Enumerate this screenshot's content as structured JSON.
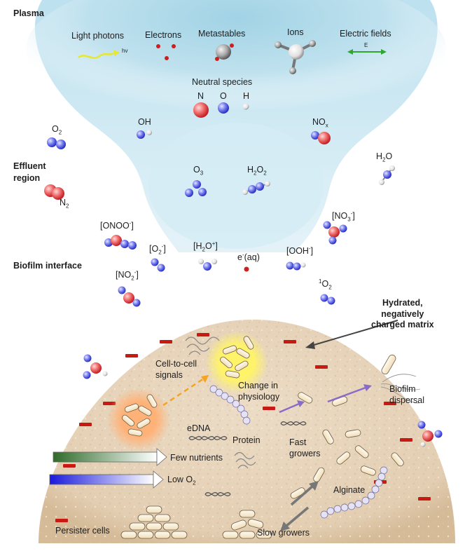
{
  "section_labels": {
    "plasma": "Plasma",
    "effluent": "Effluent\nregion",
    "biofilm_interface": "Biofilm interface"
  },
  "plasma_items": {
    "light_photons": "Light photons",
    "hv": "hv",
    "electrons": "Electrons",
    "metastables": "Metastables",
    "ions": "Ions",
    "electric_fields": "Electric fields",
    "e_symbol": "E",
    "neutral_species": "Neutral species",
    "n": "N",
    "o": "O",
    "h": "H"
  },
  "species": {
    "o2": {
      "base": "O",
      "sub": "2"
    },
    "oh": {
      "base": "OH"
    },
    "nox": {
      "base": "NO",
      "sub": "x"
    },
    "h2o": {
      "base": "H",
      "sub": "2",
      "tail": "O"
    },
    "o3": {
      "base": "O",
      "sub": "3"
    },
    "h2o2": {
      "base": "H",
      "sub": "2",
      "mid": "O",
      "sub2": "2"
    },
    "n2": {
      "base": "N",
      "sub": "2"
    },
    "onoo": {
      "base": "[ONOO",
      "sup": "-",
      "tail": "]"
    },
    "no3": {
      "base": "[NO",
      "sub": "3",
      "sup": "-",
      "tail": "]"
    },
    "o2minus": {
      "base": "[O",
      "sub": "2",
      "sup": "-",
      "tail": "]"
    },
    "h2oplus": {
      "base": "[H",
      "sub": "2",
      "mid": "O",
      "sup": "+",
      "tail": "]"
    },
    "eaq": {
      "base": "e",
      "sup": "-",
      "tail": "(aq)"
    },
    "ooh": {
      "base": "[OOH",
      "sup": "-",
      "tail": "]"
    },
    "no2": {
      "base": "[NO",
      "sub": "2",
      "sup": "-",
      "tail": "]"
    },
    "singlet_o2": {
      "pre": "1",
      "base": "O",
      "sub": "2"
    }
  },
  "biofilm": {
    "hydrated_matrix": "Hydrated,\nnegatively\ncharged matrix",
    "cell_signals": "Cell-to-cell\nsignals",
    "change_physiology": "Change in\nphysiology",
    "dispersal": "Biofilm\ndispersal",
    "edna": "eDNA",
    "protein": "Protein",
    "fast_growers": "Fast\ngrowers",
    "few_nutrients": "Few nutrients",
    "low_o2": {
      "base": "Low O",
      "sub": "2"
    },
    "alginate": "Alginate",
    "persister": "Persister cells",
    "slow_growers": "Slow growers"
  },
  "colors": {
    "plasma_blue": "#9fd3e6",
    "oxygen_blue": "#3a44d8",
    "nitrogen_red": "#e0464a",
    "matrix_tan": "#e9d6bd",
    "charge_red": "#c81a12",
    "nutrient_green": "#2f6b2a",
    "o2_blue": "#1a1adb"
  }
}
